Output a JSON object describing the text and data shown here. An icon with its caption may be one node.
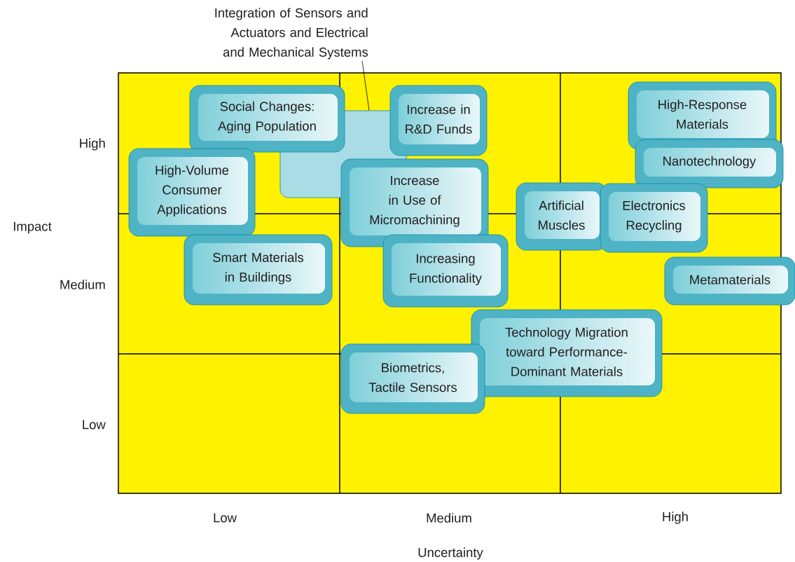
{
  "diagram": {
    "nodes": [
      {
        "text": [
          "Integration of Sensors and Actuators and Electrical and Mechanical Systems"
        ]
      },
      {
        "text": [],
        "shape": "box"
      },
      {
        "text": [
          "Social Changes: Aging Population"
        ]
      },
      {
        "text": [
          "Increase in R&D Funds"
        ]
      },
      {
        "text": [
          "High-Response Materials"
        ]
      },
      {
        "text": [
          "High-Volume Consumer Applications"
        ]
      },
      {
        "text": [
          "Nanotechnology"
        ]
      },
      {
        "text": [
          "Increase in Use of Micromachining"
        ]
      },
      {
        "text": [
          "Artificial Muscles"
        ]
      },
      {
        "text": [
          "Electronics Recycling"
        ]
      },
      {
        "text": [
          "Smart Materials in Buildings"
        ]
      },
      {
        "text": [
          "Increasing Functionality"
        ]
      },
      {
        "text": [
          "Metamaterials"
        ]
      },
      {
        "text": [
          "Technology Migration toward Performance-Dominant Materials"
        ]
      },
      {
        "text": [
          "Biometrics, Tactile Sensors"
        ]
      }
    ],
    "edges": [
      {
        "from": 0,
        "to": 1,
        "arrow": "none"
      }
    ],
    "labels": [
      "High",
      "Impact",
      "Medium",
      "Low",
      "Low",
      "Medium",
      "High",
      "Uncertainty"
    ]
  }
}
